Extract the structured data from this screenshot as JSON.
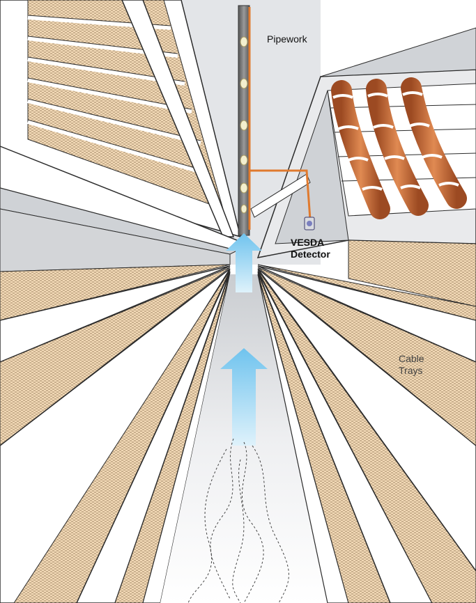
{
  "labels": {
    "pipework": "Pipework",
    "vesda_line1": "VESDA",
    "vesda_line2": "Detector",
    "cable_line1": "Cable",
    "cable_line2": "Trays"
  },
  "colors": {
    "background": "#ffffff",
    "tray_fill": "#f2d9b6",
    "tray_edge": "#2b2b2b",
    "panel_grey": "#d7d9dc",
    "pipe_grey": "#6f6f6f",
    "pipe_orange": "#e07a2e",
    "cable_orange": "#c86a38",
    "airflow_blue": "#8fd0f0"
  },
  "icons": [
    "airflow-arrow",
    "smoke-plume",
    "vesda-detector-unit",
    "sampling-pipe",
    "cable-bundle"
  ]
}
